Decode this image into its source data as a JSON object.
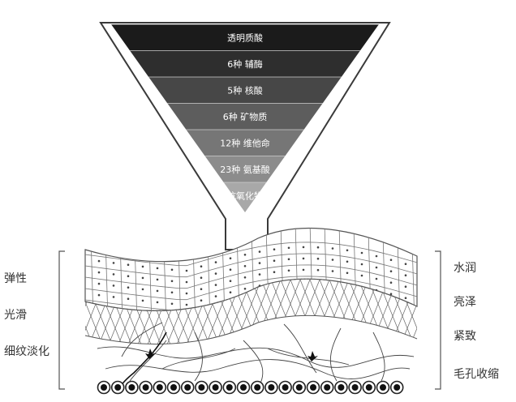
{
  "funnel": {
    "layers": [
      {
        "label": "透明质酸",
        "color": "#1b1b1b"
      },
      {
        "label": "6种 辅酶",
        "color": "#2e2e2e"
      },
      {
        "label": "5种 核酸",
        "color": "#474747"
      },
      {
        "label": "6种 矿物质",
        "color": "#5d5d5d"
      },
      {
        "label": "12种 维他命",
        "color": "#767676"
      },
      {
        "label": "23种 氨基酸",
        "color": "#8c8c8c"
      },
      {
        "label": "抗氧化物",
        "color": "#a8a8a8"
      }
    ]
  },
  "left_labels": [
    "弹性",
    "光滑",
    "细纹淡化"
  ],
  "right_labels": [
    "水润",
    "亮泽",
    "紧致",
    "毛孔收缩"
  ]
}
